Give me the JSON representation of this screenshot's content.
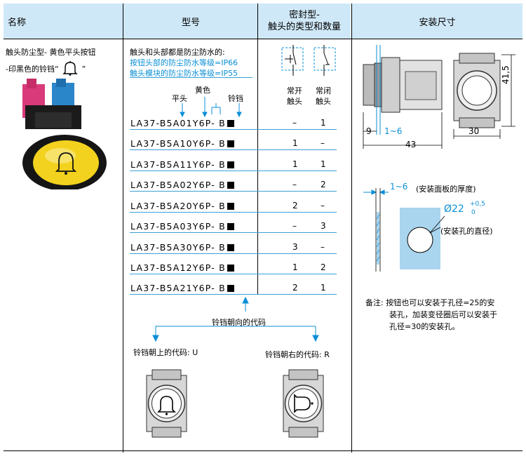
{
  "headers": {
    "name": "名称",
    "model": "型号",
    "seal_line1": "密封型-",
    "seal_line2": "触头的类型和数量",
    "install": "安装尺寸"
  },
  "product": {
    "line1": "触头防尘型- 黄色平头按钮",
    "line2_a": "-印黑色的铃铛“",
    "line2_b": "”"
  },
  "notes": {
    "line1": "触头和头部都是防尘防水的:",
    "line2": "按钮头部的防尘防水等级=IP66",
    "line3": "触头模块的防尘防水等级=IP55"
  },
  "labels": {
    "flat_head": "平头",
    "yellow": "黄色",
    "bell": "铃铛"
  },
  "contact_headers": {
    "no_1": "常开",
    "no_2": "触头",
    "nc_1": "常闭",
    "nc_2": "触头"
  },
  "rows": [
    {
      "model": "LA37-B5A01Y6P- B",
      "no": "–",
      "nc": "1"
    },
    {
      "model": "LA37-B5A10Y6P- B",
      "no": "1",
      "nc": "–"
    },
    {
      "model": "LA37-B5A11Y6P- B",
      "no": "1",
      "nc": "1"
    },
    {
      "model": "LA37-B5A02Y6P- B",
      "no": "–",
      "nc": "2"
    },
    {
      "model": "LA37-B5A20Y6P- B",
      "no": "2",
      "nc": "–"
    },
    {
      "model": "LA37-B5A03Y6P- B",
      "no": "–",
      "nc": "3"
    },
    {
      "model": "LA37-B5A30Y6P- B",
      "no": "3",
      "nc": "–"
    },
    {
      "model": "LA37-B5A12Y6P- B",
      "no": "1",
      "nc": "2"
    },
    {
      "model": "LA37-B5A21Y6P- B",
      "no": "2",
      "nc": "1"
    }
  ],
  "bell_code": {
    "title": "铃铛朝向的代码",
    "up": "铃铛朝上的代码: U",
    "right": "铃铛朝右的代码: R"
  },
  "dims": {
    "d9": "9",
    "d1_6": "1~6",
    "d43": "43",
    "d30": "30",
    "d41_5": "41,5",
    "panel_thickness": "1~6",
    "panel_label": "(安装面板的厚度)",
    "hole_dia": "Ø22",
    "tol_plus": "+0,5",
    "tol_zero": "0",
    "hole_label": "(安装孔的直径)"
  },
  "remark": {
    "line1": "备注: 按钮也可以安装于孔径=25的安",
    "line2": "装孔，加装变径圈后可以安装于",
    "line3": "孔径=30的安装孔。"
  },
  "colors": {
    "header_bg": "#cfe8f7",
    "accent": "#0a8fd6",
    "button_yellow": "#f2d21e",
    "plate_blue": "#a9d5ee"
  }
}
